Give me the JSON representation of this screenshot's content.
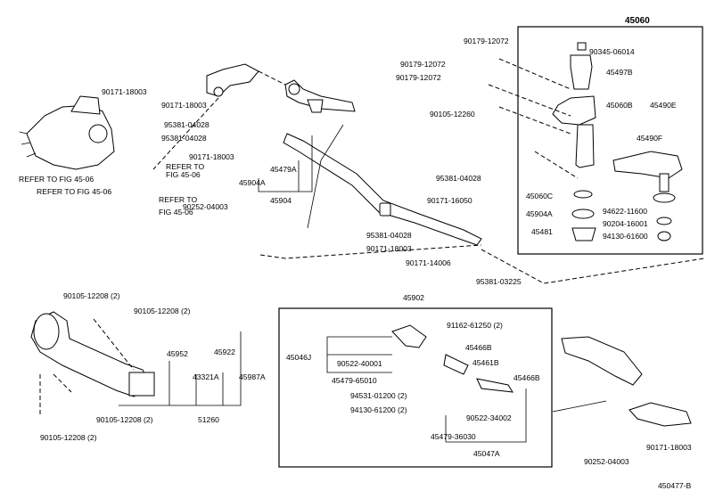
{
  "diagram_id": "450477-B",
  "boxes": {
    "upper_right": "45060",
    "lower_center": "45902"
  },
  "labels": [
    {
      "id": "l-45060",
      "text": "45060"
    },
    {
      "id": "l-90179-12072-a",
      "text": "90179-12072"
    },
    {
      "id": "l-90345-06014",
      "text": "90345-06014"
    },
    {
      "id": "l-90179-12072-b",
      "text": "90179-12072"
    },
    {
      "id": "l-45497b",
      "text": "45497B"
    },
    {
      "id": "l-90179-12072-c",
      "text": "90179-12072"
    },
    {
      "id": "l-45060b",
      "text": "45060B"
    },
    {
      "id": "l-45490e",
      "text": "45490E"
    },
    {
      "id": "l-90105-12260",
      "text": "90105-12260"
    },
    {
      "id": "l-45490f",
      "text": "45490F"
    },
    {
      "id": "l-45060c",
      "text": "45060C"
    },
    {
      "id": "l-45904a-r",
      "text": "45904A"
    },
    {
      "id": "l-94622-11600",
      "text": "94622-11600"
    },
    {
      "id": "l-90204-16001",
      "text": "90204-16001"
    },
    {
      "id": "l-45481",
      "text": "45481"
    },
    {
      "id": "l-94130-61600",
      "text": "94130-61600"
    },
    {
      "id": "l-90171-18003-a",
      "text": "90171-18003"
    },
    {
      "id": "l-90171-18003-b",
      "text": "90171-18003"
    },
    {
      "id": "l-95381-04028-a",
      "text": "95381-04028"
    },
    {
      "id": "l-95381-04028-b",
      "text": "95381-04028"
    },
    {
      "id": "l-refer-1",
      "text": "REFER TO FIG 45-06"
    },
    {
      "id": "l-refer-2",
      "text": "REFER TO FIG 45-06"
    },
    {
      "id": "l-refer-3a",
      "text": "REFER TO"
    },
    {
      "id": "l-refer-3b",
      "text": "FIG 45-06"
    },
    {
      "id": "l-refer-4a",
      "text": "REFER TO"
    },
    {
      "id": "l-refer-4b",
      "text": "FIG 45-06"
    },
    {
      "id": "l-90171-18003-c",
      "text": "90171-18003"
    },
    {
      "id": "l-45479a",
      "text": "45479A"
    },
    {
      "id": "l-45904a-l",
      "text": "45904A"
    },
    {
      "id": "l-90252-04003-a",
      "text": "90252-04003"
    },
    {
      "id": "l-45904",
      "text": "45904"
    },
    {
      "id": "l-95381-04028-c",
      "text": "95381-04028"
    },
    {
      "id": "l-90171-16050",
      "text": "90171-16050"
    },
    {
      "id": "l-95381-04028-d",
      "text": "95381-04028"
    },
    {
      "id": "l-90171-18003-d",
      "text": "90171-18003"
    },
    {
      "id": "l-90171-14006",
      "text": "90171-14006"
    },
    {
      "id": "l-95381-03225",
      "text": "95381-03225"
    },
    {
      "id": "l-90105-12208-a",
      "text": "90105-12208 (2)"
    },
    {
      "id": "l-90105-12208-b",
      "text": "90105-12208 (2)"
    },
    {
      "id": "l-45952",
      "text": "45952"
    },
    {
      "id": "l-45922",
      "text": "45922"
    },
    {
      "id": "l-43321a",
      "text": "43321A"
    },
    {
      "id": "l-45987a",
      "text": "45987A"
    },
    {
      "id": "l-90105-12208-c",
      "text": "90105-12208 (2)"
    },
    {
      "id": "l-51260",
      "text": "51260"
    },
    {
      "id": "l-90105-12208-d",
      "text": "90105-12208 (2)"
    },
    {
      "id": "l-45902",
      "text": "45902"
    },
    {
      "id": "l-91162-61250",
      "text": "91162-61250 (2)"
    },
    {
      "id": "l-45466b-a",
      "text": "45466B"
    },
    {
      "id": "l-45046j",
      "text": "45046J"
    },
    {
      "id": "l-90522-40001",
      "text": "90522-40001"
    },
    {
      "id": "l-45461b",
      "text": "45461B"
    },
    {
      "id": "l-45479-65010",
      "text": "45479-65010"
    },
    {
      "id": "l-45466b-b",
      "text": "45466B"
    },
    {
      "id": "l-94531-01200",
      "text": "94531-01200 (2)"
    },
    {
      "id": "l-94130-61200",
      "text": "94130-61200 (2)"
    },
    {
      "id": "l-90522-34002",
      "text": "90522-34002"
    },
    {
      "id": "l-45479-36030",
      "text": "45479-36030"
    },
    {
      "id": "l-45047a",
      "text": "45047A"
    },
    {
      "id": "l-90171-18003-e",
      "text": "90171-18003"
    },
    {
      "id": "l-90252-04003-b",
      "text": "90252-04003"
    }
  ]
}
